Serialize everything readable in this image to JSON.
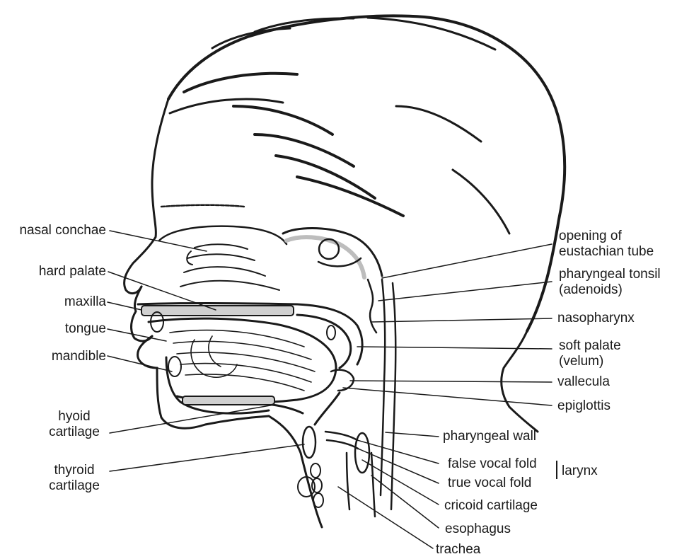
{
  "labels_left": {
    "nasal_conchae": "nasal conchae",
    "hard_palate": "hard palate",
    "maxilla": "maxilla",
    "tongue": "tongue",
    "mandible": "mandible",
    "hyoid_cartilage": [
      "hyoid",
      "cartilage"
    ],
    "thyroid_cartilage": [
      "thyroid",
      "cartilage"
    ]
  },
  "labels_right": {
    "eustachian_tube": [
      "opening of",
      "eustachian tube"
    ],
    "pharyngeal_tonsil": [
      "pharyngeal tonsil",
      "(adenoids)"
    ],
    "nasopharynx": "nasopharynx",
    "soft_palate": [
      "soft palate",
      "(velum)"
    ],
    "vallecula": "vallecula",
    "epiglottis": "epiglottis"
  },
  "labels_bottom": {
    "pharyngeal_wall": "pharyngeal wall",
    "false_vocal_fold": "false vocal fold",
    "true_vocal_fold": "true vocal fold",
    "larynx": "larynx",
    "cricoid_cartilage": "cricoid cartilage",
    "esophagus": "esophagus",
    "trachea": "trachea"
  },
  "colors": {
    "ink": "#1a1a1a",
    "shade": "#bdbdbd",
    "paper": "#ffffff"
  }
}
